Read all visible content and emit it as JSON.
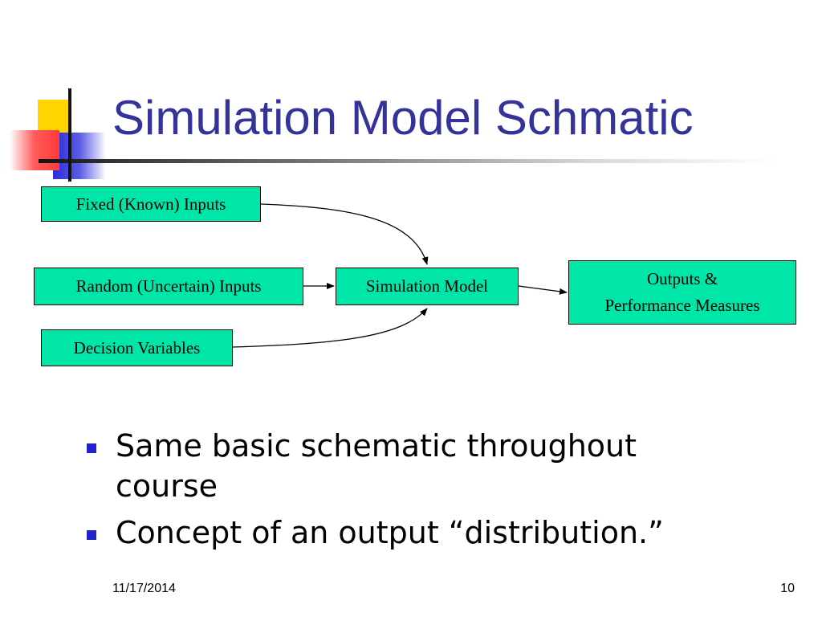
{
  "title": "Simulation Model Schmatic",
  "diagram": {
    "nodes": {
      "fixed_inputs": "Fixed (Known) Inputs",
      "random_inputs": "Random (Uncertain) Inputs",
      "decision_variables": "Decision Variables",
      "simulation_model": "Simulation Model",
      "outputs_line1": "Outputs &",
      "outputs_line2": "Performance Measures"
    },
    "edges": [
      {
        "from": "fixed_inputs",
        "to": "simulation_model"
      },
      {
        "from": "random_inputs",
        "to": "simulation_model"
      },
      {
        "from": "decision_variables",
        "to": "simulation_model"
      },
      {
        "from": "simulation_model",
        "to": "outputs"
      }
    ],
    "node_color": "#00e6a8"
  },
  "bullets": [
    {
      "text": "Same basic schematic throughout course"
    },
    {
      "text": "Concept of an output “distribution.”"
    }
  ],
  "footer": {
    "date": "11/17/2014",
    "page": "10"
  },
  "colors": {
    "title": "#333399",
    "bullet": "#2222cc"
  }
}
